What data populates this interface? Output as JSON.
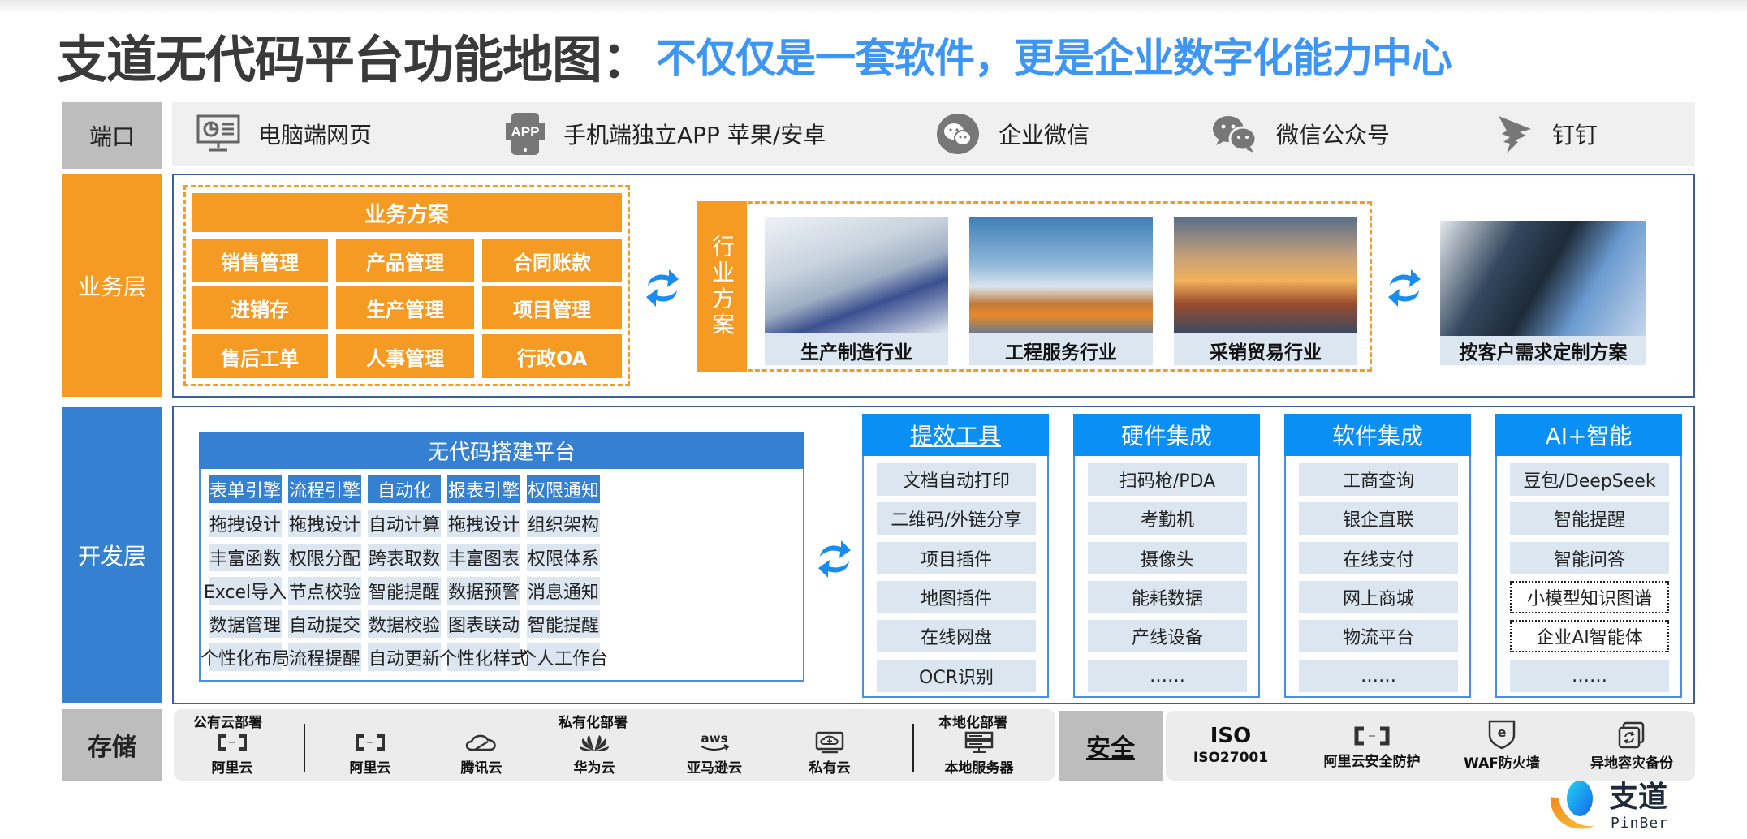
{
  "title": {
    "main": "支道无代码平台功能地图：",
    "sub": "不仅仅是一套软件，更是企业数字化能力中心"
  },
  "colors": {
    "orange": "#f59a23",
    "blue": "#3580d0",
    "bright_blue": "#0a8ff5",
    "title_blue": "#3d95f5",
    "gray_label": "#bdbdbd",
    "cell_bg": "#dce6f1"
  },
  "ports": {
    "label": "端口",
    "items": [
      {
        "icon": "monitor-icon",
        "label": "电脑端网页"
      },
      {
        "icon": "app-phone-icon",
        "label": "手机端独立APP 苹果/安卓"
      },
      {
        "icon": "wecom-icon",
        "label": "企业微信"
      },
      {
        "icon": "wechat-icon",
        "label": "微信公众号"
      },
      {
        "icon": "dingtalk-icon",
        "label": "钉钉"
      }
    ]
  },
  "business": {
    "label": "业务层",
    "solutions_title": "业务方案",
    "solutions": [
      "销售管理",
      "产品管理",
      "合同账款",
      "进销存",
      "生产管理",
      "项目管理",
      "售后工单",
      "人事管理",
      "行政OA"
    ],
    "industry_label": "行业方案",
    "industries": [
      {
        "label": "生产制造行业"
      },
      {
        "label": "工程服务行业"
      },
      {
        "label": "采销贸易行业"
      }
    ],
    "custom": {
      "label": "按客户需求定制方案"
    }
  },
  "dev": {
    "label": "开发层",
    "nocode": {
      "title": "无代码搭建平台",
      "columns": [
        {
          "header": "表单引擎",
          "items": [
            "拖拽设计",
            "丰富函数",
            "Excel导入",
            "数据管理",
            "个性化布局"
          ]
        },
        {
          "header": "流程引擎",
          "items": [
            "拖拽设计",
            "权限分配",
            "节点校验",
            "自动提交",
            "流程提醒"
          ]
        },
        {
          "header": "自动化",
          "items": [
            "自动计算",
            "跨表取数",
            "智能提醒",
            "数据校验",
            "自动更新"
          ]
        },
        {
          "header": "报表引擎",
          "items": [
            "拖拽设计",
            "丰富图表",
            "数据预警",
            "图表联动",
            "个性化样式"
          ]
        },
        {
          "header": "权限通知",
          "items": [
            "组织架构",
            "权限体系",
            "消息通知",
            "智能提醒",
            "个人工作台"
          ]
        }
      ]
    },
    "tools": [
      {
        "title": "提效工具",
        "items": [
          "文档自动打印",
          "二维码/外链分享",
          "项目插件",
          "地图插件",
          "在线网盘",
          "OCR识别"
        ]
      },
      {
        "title": "硬件集成",
        "items": [
          "扫码枪/PDA",
          "考勤机",
          "摄像头",
          "能耗数据",
          "产线设备",
          "……"
        ]
      },
      {
        "title": "软件集成",
        "items": [
          "工商查询",
          "银企直联",
          "在线支付",
          "网上商城",
          "物流平台",
          "……"
        ]
      },
      {
        "title": "AI+智能",
        "items": [
          "豆包/DeepSeek",
          "智能提醒",
          "智能问答",
          "小模型知识图谱",
          "企业AI智能体",
          "……"
        ]
      }
    ]
  },
  "storage": {
    "label": "存储",
    "public": {
      "group": "公有云部署",
      "items": [
        {
          "icon": "aliyun-icon",
          "label": "阿里云"
        }
      ]
    },
    "private": {
      "group": "私有化部署",
      "items": [
        {
          "icon": "aliyun-icon",
          "label": "阿里云"
        },
        {
          "icon": "tencent-cloud-icon",
          "label": "腾讯云"
        },
        {
          "icon": "huawei-icon",
          "label": "华为云"
        },
        {
          "icon": "aws-icon",
          "label": "亚马逊云"
        },
        {
          "icon": "private-cloud-icon",
          "label": "私有云"
        }
      ]
    },
    "local": {
      "group": "本地化部署",
      "items": [
        {
          "icon": "server-icon",
          "label": "本地服务器"
        }
      ]
    }
  },
  "security": {
    "label": "安全",
    "items": [
      {
        "icon": "iso-icon",
        "icon_text": "ISO",
        "label": "ISO27001"
      },
      {
        "icon": "aliyun-icon",
        "label": "阿里云安全防护"
      },
      {
        "icon": "waf-shield-icon",
        "label": "WAF防火墙"
      },
      {
        "icon": "backup-icon",
        "label": "异地容灾备份"
      }
    ]
  },
  "logo": {
    "cn": "支道",
    "en": "PinBer"
  }
}
